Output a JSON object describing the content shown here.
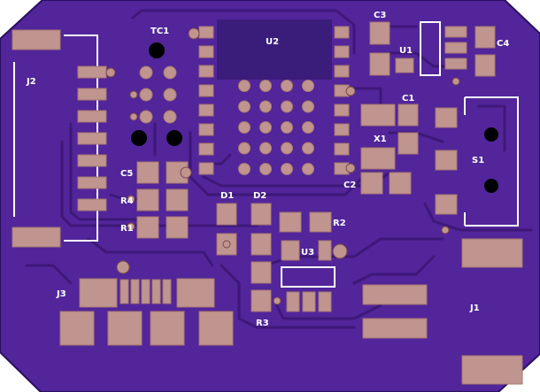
{
  "board": {
    "colors": {
      "background": "#ffffff",
      "board": "#52259a",
      "board_edge": "#2a1060",
      "ground_pour": "#5a2aa6",
      "trace": "#3d1878",
      "pad": "#c09590",
      "pad_edge": "#a5786f",
      "silkscreen": "#ffffff",
      "chip": "#3a1d7a"
    },
    "labels": {
      "tc1": "TC1",
      "u2": "U2",
      "c3": "C3",
      "u1": "U1",
      "c4": "C4",
      "j2": "J2",
      "c1": "C1",
      "x1": "X1",
      "s1": "S1",
      "c5": "C5",
      "r4": "R4",
      "r1": "R1",
      "d1": "D1",
      "d2": "D2",
      "c2": "C2",
      "r2": "R2",
      "u3": "U3",
      "r3": "R3",
      "j3": "J3",
      "j1": "J1"
    }
  }
}
